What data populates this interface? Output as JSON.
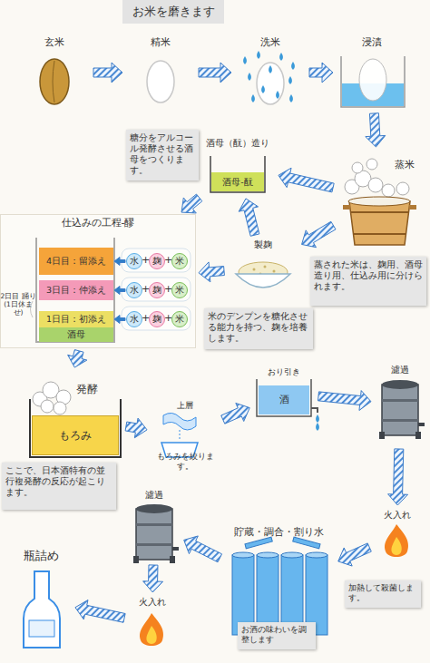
{
  "diagram": {
    "nodes": [
      {
        "text": [
          "お米を磨きます"
        ]
      },
      {
        "text": [
          "玄米"
        ]
      },
      {
        "text": [
          "精米"
        ]
      },
      {
        "text": [
          "洗米"
        ]
      },
      {
        "text": [
          "浸漬"
        ]
      },
      {
        "text": [
          "蒸米"
        ]
      },
      {
        "text": [
          "蒸された米は、麹用、酒母造り用、仕込み用に分けられます。"
        ]
      },
      {
        "text": [
          "酒母（酛）造り"
        ]
      },
      {
        "text": [
          "酒母-酛"
        ],
        "in": 7
      },
      {
        "text": [
          "糖分をアルコール発酵させる酒母をつくります。"
        ]
      },
      {
        "text": [
          "製麹"
        ]
      },
      {
        "text": [
          "米のデンプンを糖化させる能力を持つ、麹を培養します。"
        ]
      },
      {
        "text": [
          "仕込みの工程-醪"
        ]
      },
      {
        "text": [
          "4日目：留添え"
        ],
        "in": 12
      },
      {
        "text": [
          "3日目：仲添え"
        ],
        "in": 12
      },
      {
        "text": [
          "1日目：初添え"
        ],
        "in": 12
      },
      {
        "text": [
          "酒母"
        ],
        "in": 12
      },
      {
        "text": [
          "水"
        ],
        "in": 12
      },
      {
        "text": [
          "麹"
        ],
        "in": 12
      },
      {
        "text": [
          "米"
        ],
        "in": 12
      },
      {
        "text": [
          "水"
        ],
        "in": 12
      },
      {
        "text": [
          "麹"
        ],
        "in": 12
      },
      {
        "text": [
          "米"
        ],
        "in": 12
      },
      {
        "text": [
          "水"
        ],
        "in": 12
      },
      {
        "text": [
          "麹"
        ],
        "in": 12
      },
      {
        "text": [
          "米"
        ],
        "in": 12
      },
      {
        "text": [
          "発酵"
        ]
      },
      {
        "text": [
          "もろみ"
        ],
        "in": 26
      },
      {
        "text": [
          "ここで、日本酒特有の並行複発酵の反応が起こります。"
        ]
      },
      {
        "text": [
          "上層",
          "もろみを絞ります。"
        ]
      },
      {
        "text": [
          "おり引き"
        ]
      },
      {
        "text": [
          "酒"
        ],
        "in": 30
      },
      {
        "text": [
          "濾過"
        ]
      },
      {
        "text": [
          "火入れ"
        ]
      },
      {
        "text": [
          "加熱して殺菌します。"
        ]
      },
      {
        "text": [
          "貯蔵・調合・割り水"
        ]
      },
      {
        "text": [
          "お酒の味わいを調整します"
        ],
        "in": 35
      },
      {
        "text": [
          "濾過"
        ]
      },
      {
        "text": [
          "火入れ"
        ]
      },
      {
        "text": [
          "瓶詰め"
        ]
      }
    ],
    "edges": [
      {
        "from": 1,
        "to": 2,
        "arrow": "to"
      },
      {
        "from": 2,
        "to": 3,
        "arrow": "to"
      },
      {
        "from": 3,
        "to": 4,
        "arrow": "to"
      },
      {
        "from": 4,
        "to": 5,
        "arrow": "to"
      },
      {
        "from": 5,
        "to": 7,
        "arrow": "to"
      },
      {
        "from": 5,
        "to": 10,
        "arrow": "to"
      },
      {
        "from": 10,
        "to": 7,
        "arrow": "to"
      },
      {
        "from": 7,
        "to": 12,
        "arrow": "to"
      },
      {
        "from": 10,
        "to": 12,
        "arrow": "to"
      },
      {
        "from": 17,
        "to": 13,
        "arrow": "to"
      },
      {
        "from": 20,
        "to": 14,
        "arrow": "to"
      },
      {
        "from": 23,
        "to": 15,
        "arrow": "to"
      },
      {
        "from": 12,
        "to": 26,
        "arrow": "to"
      },
      {
        "from": 26,
        "to": 29,
        "arrow": "to"
      },
      {
        "from": 29,
        "to": 30,
        "arrow": "to"
      },
      {
        "from": 30,
        "to": 32,
        "arrow": "to"
      },
      {
        "from": 32,
        "to": 33,
        "arrow": "to"
      },
      {
        "from": 33,
        "to": 35,
        "arrow": "to"
      },
      {
        "from": 35,
        "to": 37,
        "arrow": "to"
      },
      {
        "from": 37,
        "to": 38,
        "arrow": "to"
      },
      {
        "from": 38,
        "to": 39,
        "arrow": "to"
      }
    ],
    "labels": [
      "+",
      "+",
      "+",
      "+",
      "+",
      "+",
      "2日目 踊り (1日休ませ)"
    ]
  }
}
